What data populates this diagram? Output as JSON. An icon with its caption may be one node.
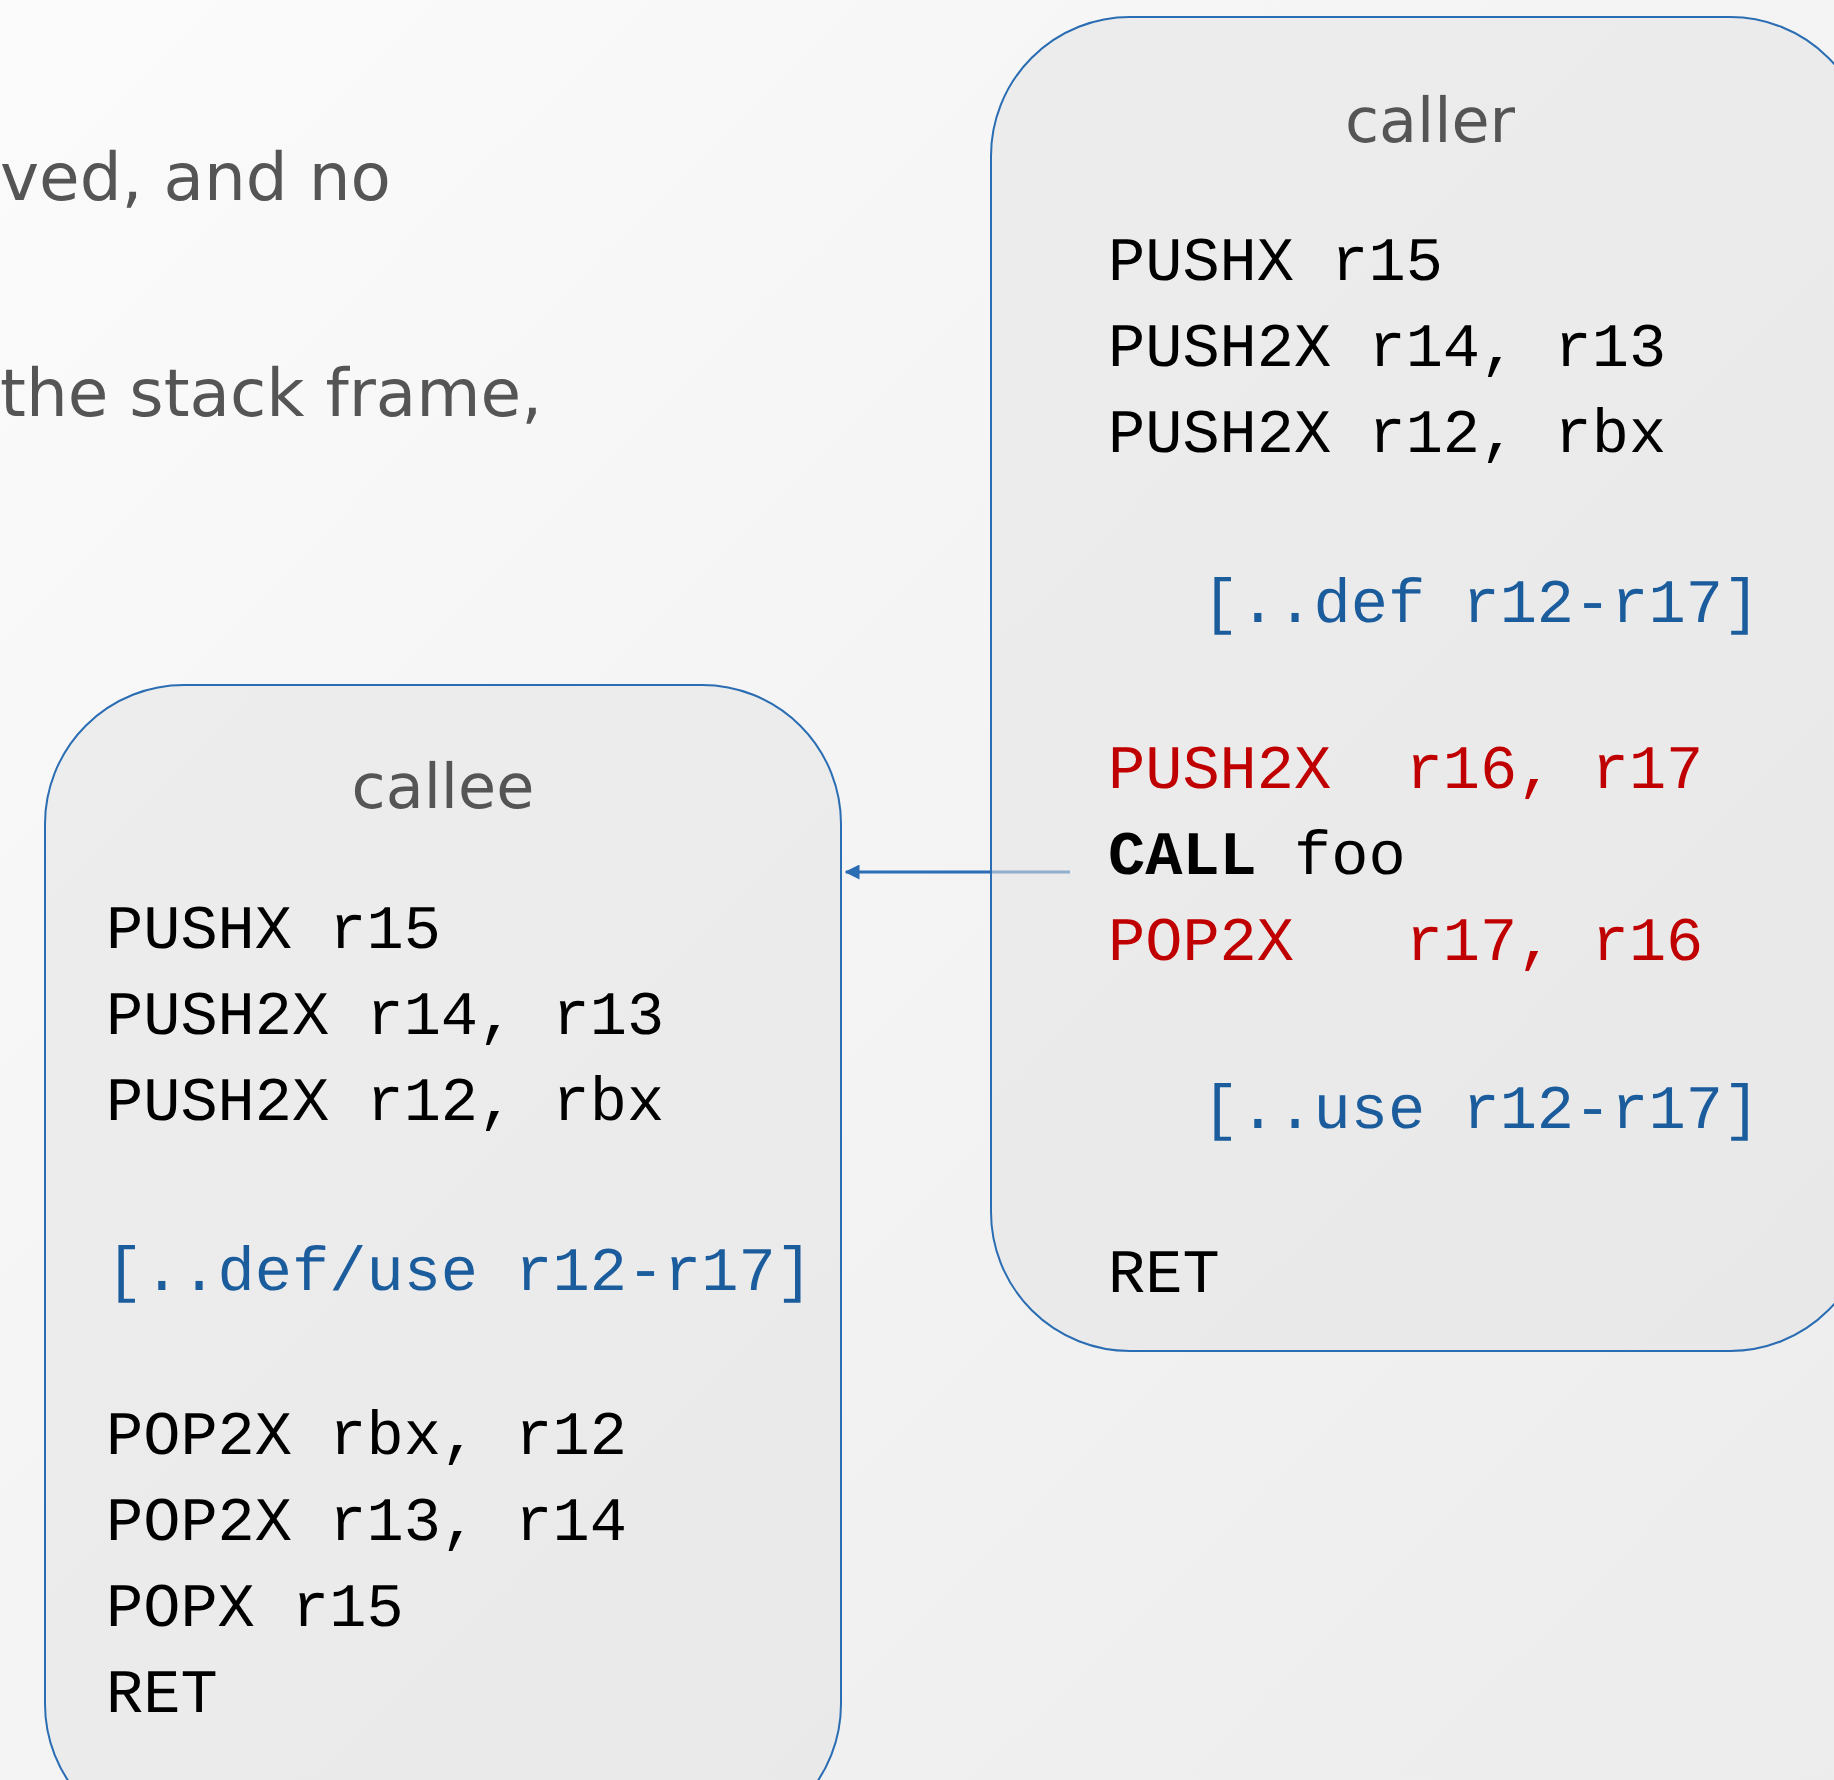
{
  "diagram": {
    "nodes": [
      {
        "text": [
          "caller",
          "PUSHX r15",
          "PUSH2X r14, r13",
          "PUSH2X r12, rbx",
          "[..def r12-r17]",
          "PUSH2X  r16, r17",
          "**CALL** foo",
          "POP2X   r17, r16",
          "[..use r12-r17]",
          "RET"
        ]
      },
      {
        "text": [
          "callee",
          "PUSHX r15",
          "PUSH2X r14, r13",
          "PUSH2X r12, rbx",
          "[..def/use r12-r17]",
          "POP2X rbx, r12",
          "POP2X r13, r14",
          "POPX r15",
          "RET"
        ]
      }
    ],
    "edges": [
      {
        "from": 0,
        "to": 1,
        "arrow": "to"
      }
    ],
    "labels": [
      "ved, and no",
      "the stack frame,"
    ]
  }
}
